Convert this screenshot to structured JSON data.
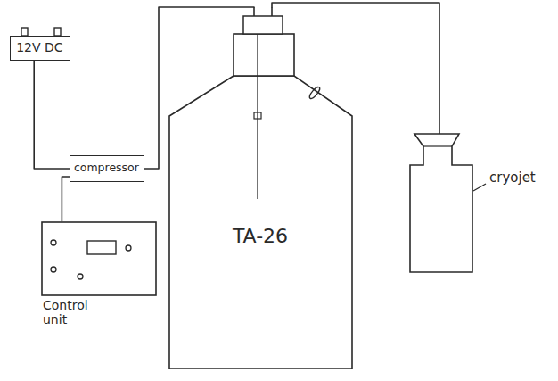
{
  "diagram": {
    "nodes": [
      {
        "text": [
          "12V DC"
        ]
      },
      {
        "text": [
          "compressor"
        ]
      },
      {
        "text": [
          "Control unit"
        ]
      },
      {
        "text": [
          "TA-26"
        ]
      },
      {
        "text": [
          "cryojet"
        ]
      }
    ],
    "edges": [
      {
        "from": 0,
        "to": 1,
        "arrow": "none"
      },
      {
        "from": 1,
        "to": 2,
        "arrow": "none"
      },
      {
        "from": 1,
        "to": 3,
        "arrow": "none"
      },
      {
        "from": 3,
        "to": 4,
        "arrow": "none"
      }
    ]
  }
}
